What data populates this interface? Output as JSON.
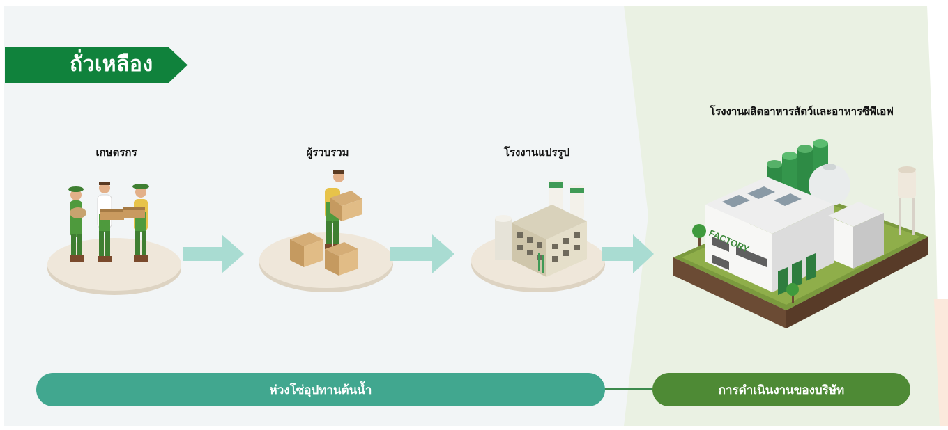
{
  "title": "ถั่วเหลือง",
  "stages": [
    {
      "label": "เกษตรกร"
    },
    {
      "label": "ผู้รวบรวม"
    },
    {
      "label": "โรงงานแปรรูป"
    },
    {
      "label": "โรงงานผลิตอาหารสัตว์และอาหารซีพีเอฟ"
    }
  ],
  "phases": {
    "upstream": "ห่วงโซ่อุปทานต้นน้ำ",
    "company": "การดำเนินงานของบริษัท"
  },
  "factory_sign": "FACTORY",
  "colors": {
    "banner": "#10823c",
    "arrow": "#a9dcd2",
    "upstream_pill": "#41a78f",
    "company_pill": "#4e8a35",
    "left_bg": "#f2f5f6",
    "right_bg": "#eaf1e3"
  }
}
